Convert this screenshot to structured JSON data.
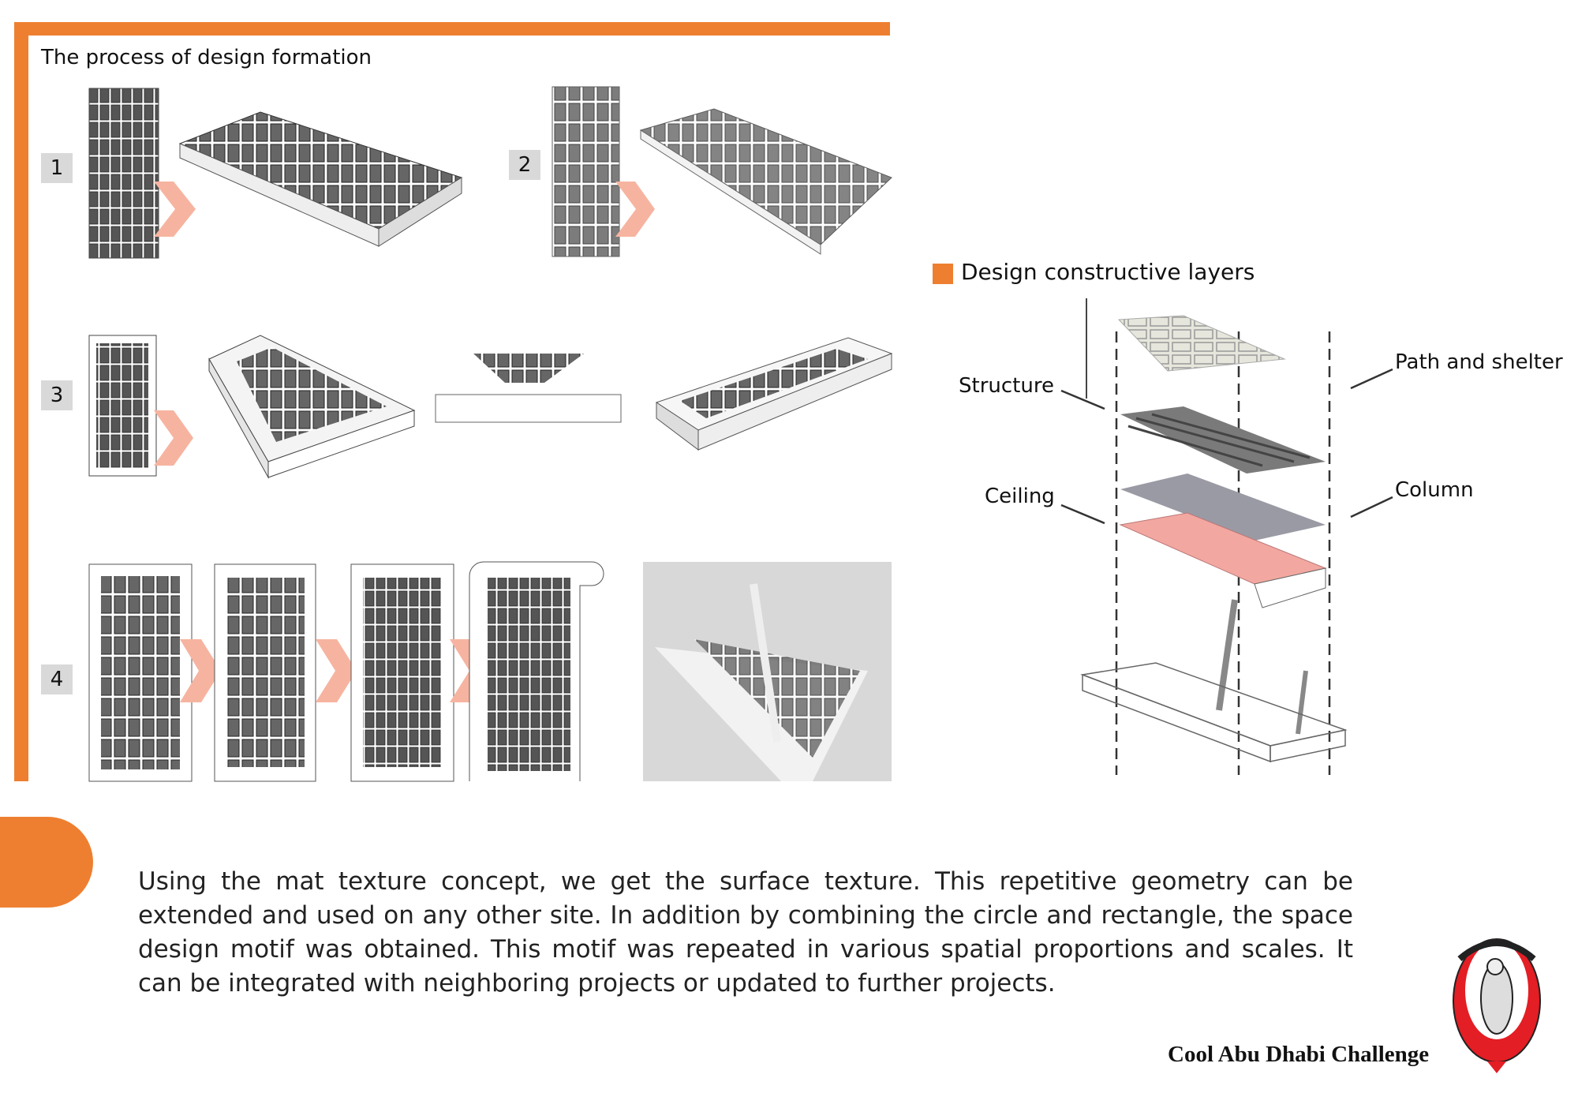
{
  "left_panel": {
    "title": "The process of design formation",
    "steps": [
      "1",
      "2",
      "3",
      "4"
    ]
  },
  "right_panel": {
    "legend": "Design constructive layers",
    "labels": {
      "structure": "Structure",
      "path_and_shelter": "Path and shelter",
      "ceiling": "Ceiling",
      "column": "Column"
    }
  },
  "description": "Using the mat texture concept, we get the surface texture. This repetitive geometry can be extended and used on any other site. In addition by combining the circle and rectangle, the space design motif was obtained. This motif was repeated in various spatial proportions and scales. It can be integrated with neighboring projects or updated to further projects.",
  "footer": "Cool Abu Dhabi Challenge",
  "colors": {
    "accent": "#ee7f30",
    "chevron": "#f6b4a0",
    "ceiling": "#f2a8a0"
  }
}
